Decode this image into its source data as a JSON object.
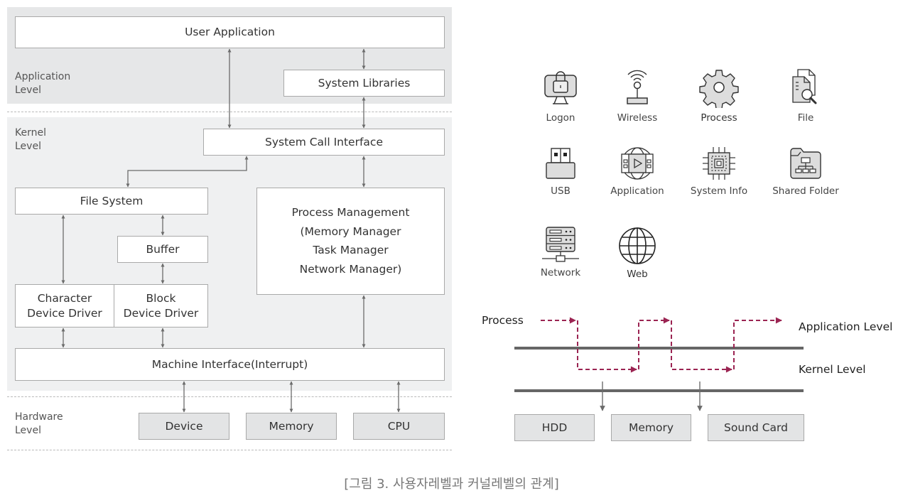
{
  "architecture": {
    "levels": {
      "application": [
        "Application",
        "Level"
      ],
      "kernel": [
        "Kernel",
        "Level"
      ],
      "hardware": [
        "Hardware",
        "Level"
      ]
    },
    "boxes": {
      "user_application": "User Application",
      "system_libraries": "System Libraries",
      "system_call_interface": "System Call Interface",
      "file_system": "File System",
      "buffer": "Buffer",
      "character_device_driver": [
        "Character",
        "Device Driver"
      ],
      "block_device_driver": [
        "Block",
        "Device Driver"
      ],
      "process_management": [
        "Process Management",
        "(Memory Manager",
        "Task Manager",
        "Network Manager)"
      ],
      "machine_interface": "Machine Interface(Interrupt)"
    },
    "hardware": [
      "Device",
      "Memory",
      "CPU"
    ],
    "colors": {
      "application_panel": "#e6e7e8",
      "kernel_panel": "#eff0f1",
      "hardware_box": "#e3e4e5",
      "arrow": "#6b6b6b"
    }
  },
  "icons": [
    {
      "name": "logon-icon",
      "label": "Logon"
    },
    {
      "name": "wireless-icon",
      "label": "Wireless"
    },
    {
      "name": "process-gear-icon",
      "label": "Process"
    },
    {
      "name": "file-search-icon",
      "label": "File"
    },
    {
      "name": "usb-icon",
      "label": "USB"
    },
    {
      "name": "application-icon",
      "label": "Application"
    },
    {
      "name": "system-info-chip-icon",
      "label": "System Info"
    },
    {
      "name": "shared-folder-icon",
      "label": "Shared Folder"
    },
    {
      "name": "network-server-icon",
      "label": "Network"
    },
    {
      "name": "web-globe-icon",
      "label": "Web"
    }
  ],
  "flow": {
    "process_label": "Process",
    "application_level_label": "Application Level",
    "kernel_level_label": "Kernel Level",
    "devices": [
      "HDD",
      "Memory",
      "Sound Card"
    ],
    "colors": {
      "process_path": "#9b2452",
      "level_line": "#666666",
      "device_box": "#e3e4e5"
    }
  },
  "caption": "[그림 3. 사용자레벨과 커널레벨의 관계]"
}
